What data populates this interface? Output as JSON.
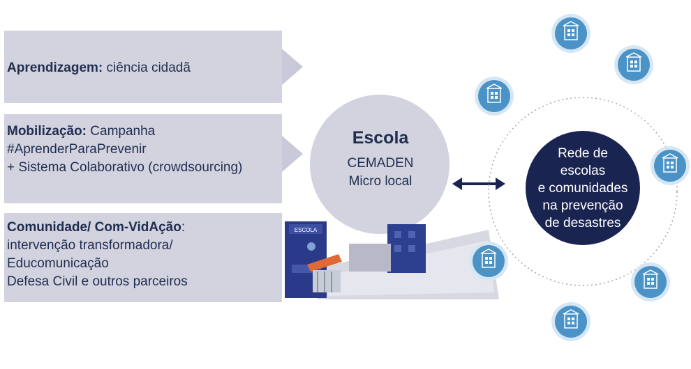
{
  "boxes": [
    {
      "bold": "Aprendizagem:",
      "lines": [
        "ciência cidadã"
      ]
    },
    {
      "bold": "Mobilização:",
      "lines": [
        "Campanha",
        "#AprenderParaPrevenir",
        "+ Sistema Colaborativo (crowdsourcing)"
      ]
    },
    {
      "bold": "Comunidade/ Com-VidAção",
      "suffix": ":",
      "lines": [
        "intervenção transformadora/",
        "Educomunicação",
        "Defesa Civil e outros parceiros"
      ]
    }
  ],
  "school_circle": {
    "title": "Escola",
    "line1": "CEMADEN",
    "line2": "Micro local"
  },
  "school_sign": "ESCOLA",
  "network": {
    "lines": [
      "Rede de",
      "escolas",
      "e comunidades",
      "na prevenção",
      "de desastres"
    ]
  },
  "colors": {
    "box": "#d3d3e0",
    "navy": "#1a2451",
    "node": "#4b93c7",
    "arrow": "#c9c9d9"
  },
  "icons": [
    "school-building-icon"
  ]
}
